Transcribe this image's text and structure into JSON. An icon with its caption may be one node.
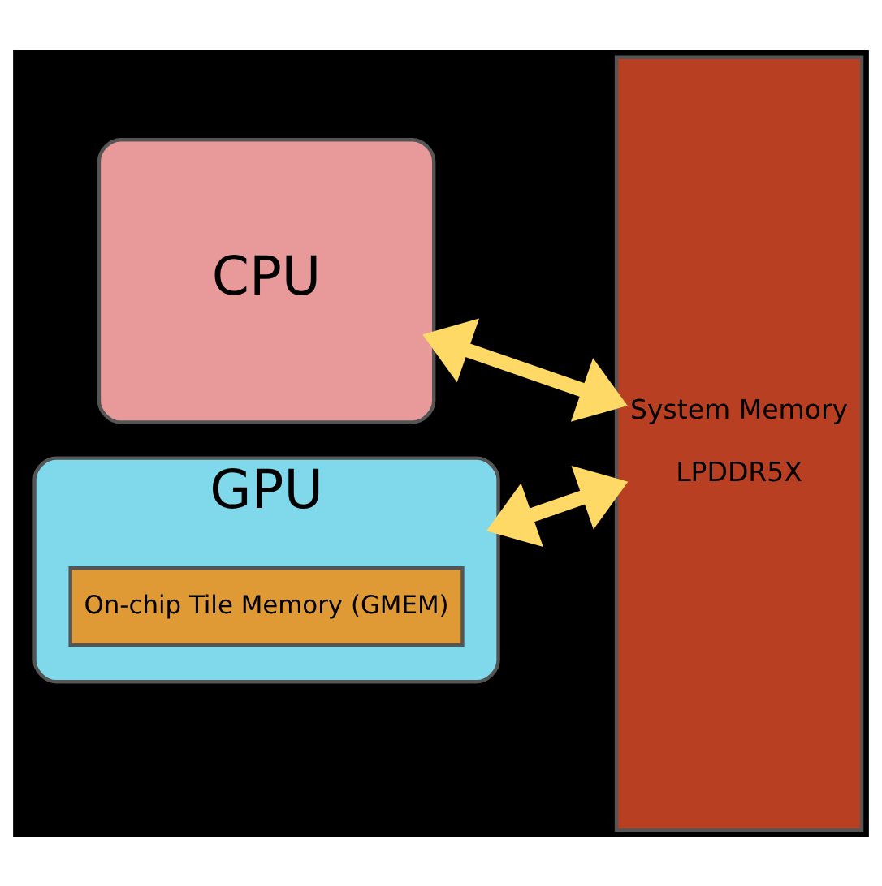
{
  "diagram": {
    "nodes": [
      {
        "text": [
          "CPU"
        ]
      },
      {
        "text": [
          "GPU"
        ]
      },
      {
        "text": [
          "On-chip Tile Memory (GMEM)"
        ],
        "in": 1
      },
      {
        "text": [
          "System Memory",
          "LPDDR5X"
        ]
      }
    ],
    "edges": [
      {
        "from": 0,
        "to": 3,
        "arrow": "both"
      },
      {
        "from": 1,
        "to": 3,
        "arrow": "both"
      }
    ]
  }
}
